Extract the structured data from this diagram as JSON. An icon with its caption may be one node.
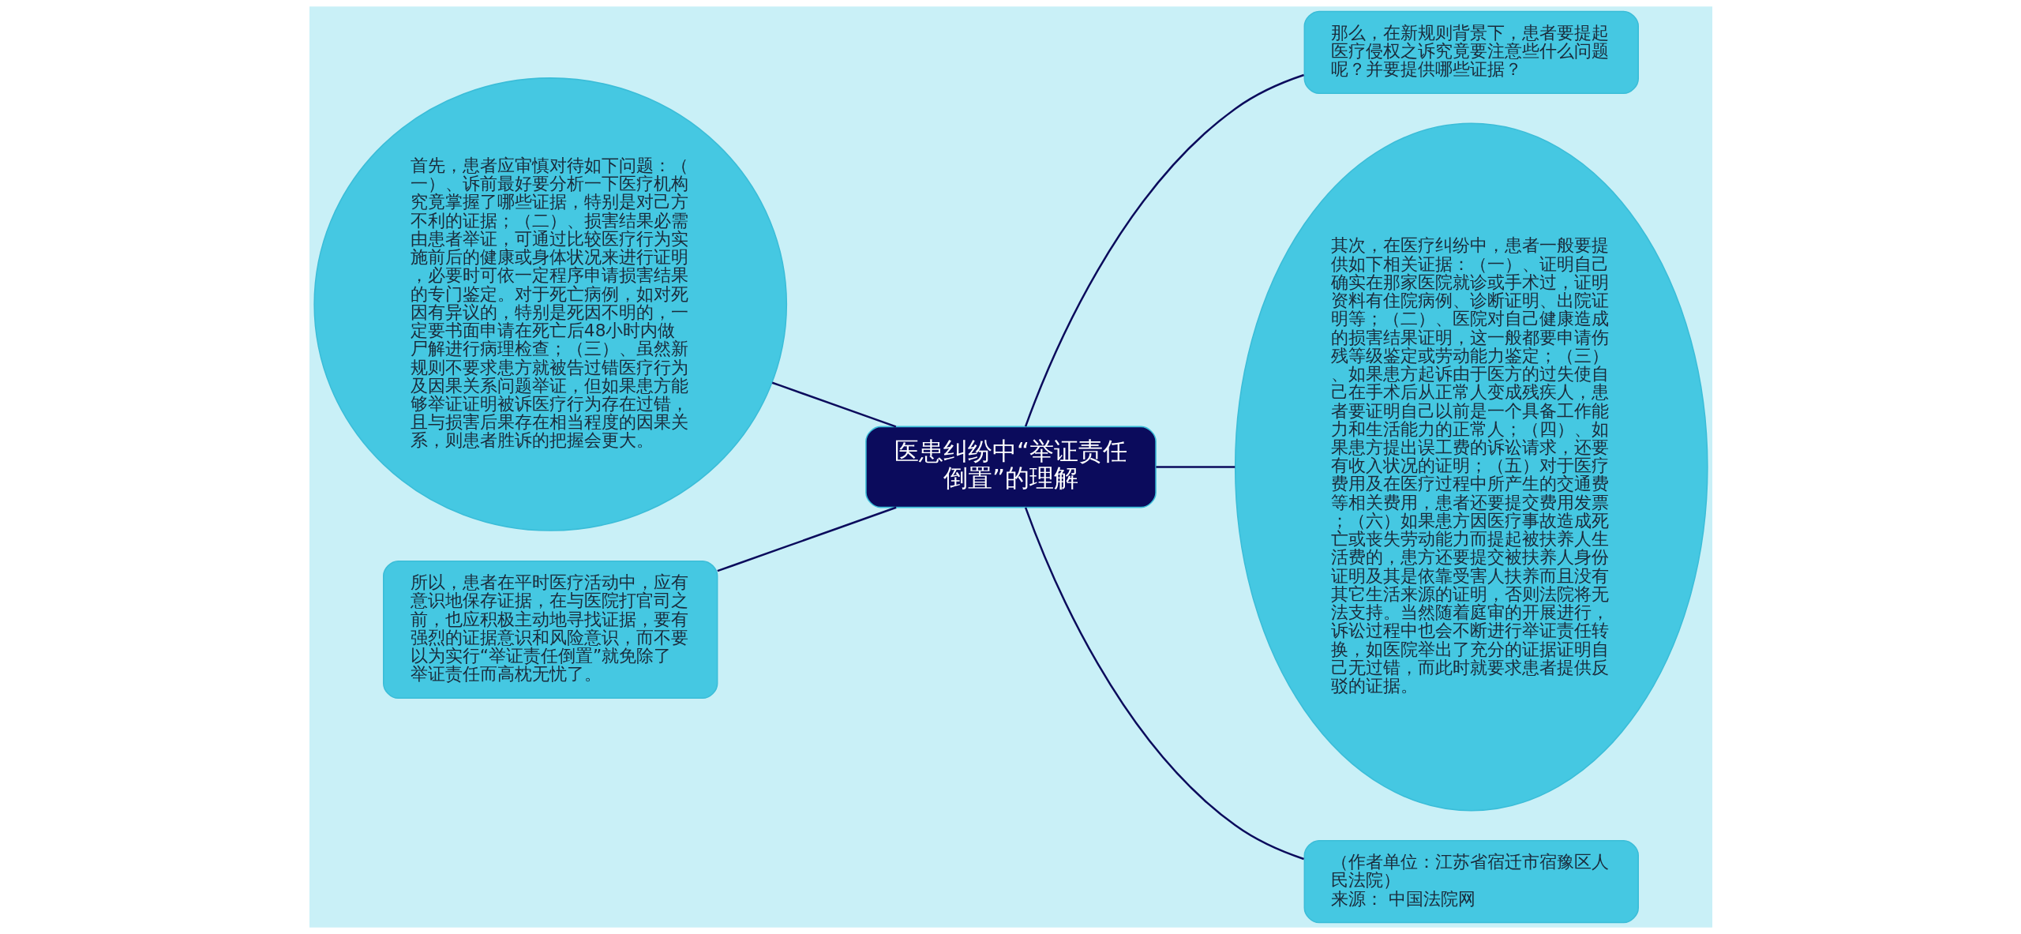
{
  "diagram": {
    "nodes": [
      {
        "text": [
          "医患纠纷中“举证责任倒置”的理解"
        ]
      },
      {
        "text": [
          "首先，患者应审慎对待如下问题：（一）、诉前最好要分析一下医疗机构究竟掌握了哪些证据，特别是对己方不利的证据；（二）、损害结果必需由患者举证，可通过比较医疗行为实施前后的健康或身体状况来进行证明，必要时可依一定程序申请损害结果的专门鉴定。对于死亡病例，如对死因有异议的，特别是死因不明的，一定要书面申请在死亡后48小时内做尸解进行病理检查；（三）、虽然新规则不要求患方就被告过错医疗行为及因果关系问题举证，但如果患方能够举证证明被诉医疗行为存在过错，且与损害后果存在相当程度的因果关系，则患者胜诉的把握会更大。"
        ]
      },
      {
        "text": [
          "所以，患者在平时医疗活动中，应有意识地保存证据，在与医院打官司之前，也应积极主动地寻找证据，要有强烈的证据意识和风险意识，而不要以为实行“举证责任倒置”就免除了举证责任而高枕无忧了。"
        ]
      },
      {
        "text": [
          "那么，在新规则背景下，患者要提起医疗侵权之诉究竟要注意些什么问题呢？并要提供哪些证据？"
        ]
      },
      {
        "text": [
          "其次，在医疗纠纷中，患者一般要提供如下相关证据：（一）、证明自己确实在那家医院就诊或手术过，证明资料有住院病例、诊断证明、出院证明等；（二）、医院对自己健康造成的损害结果证明，这一般都要申请伤残等级鉴定或劳动能力鉴定；（三）、如果患方起诉由于医方的过失使自己在手术后从正常人变成残疾人，患者要证明自己以前是一个具备工作能力和生活能力的正常人；（四）、如果患方提出误工费的诉讼请求，还要有收入状况的证明；（五）对于医疗费用及在医疗过程中所产生的交通费等相关费用，患者还要提交费用发票；（六）如果患方因医疗事故造成死亡或丧失劳动能力而提起被扶养人生活费的，患方还要提交被扶养人身份证明及其是依靠受害人扶养而且没有其它生活来源的证明，否则法院将无法支持。当然随着庭审的开展进行，诉讼过程中也会不断进行举证责任转换，如医院举出了充分的证据证明自己无过错，而此时就要求患者提供反驳的证据。"
        ]
      },
      {
        "text": [
          "（作者单位：江苏省宿迁市宿豫区人民法院）",
          "来源： 中国法院网"
        ]
      }
    ],
    "edges": [
      {
        "from": 0,
        "to": 1,
        "arrow": "none"
      },
      {
        "from": 0,
        "to": 2,
        "arrow": "none"
      },
      {
        "from": 0,
        "to": 3,
        "arrow": "none"
      },
      {
        "from": 0,
        "to": 4,
        "arrow": "none"
      },
      {
        "from": 0,
        "to": 5,
        "arrow": "none"
      }
    ]
  }
}
